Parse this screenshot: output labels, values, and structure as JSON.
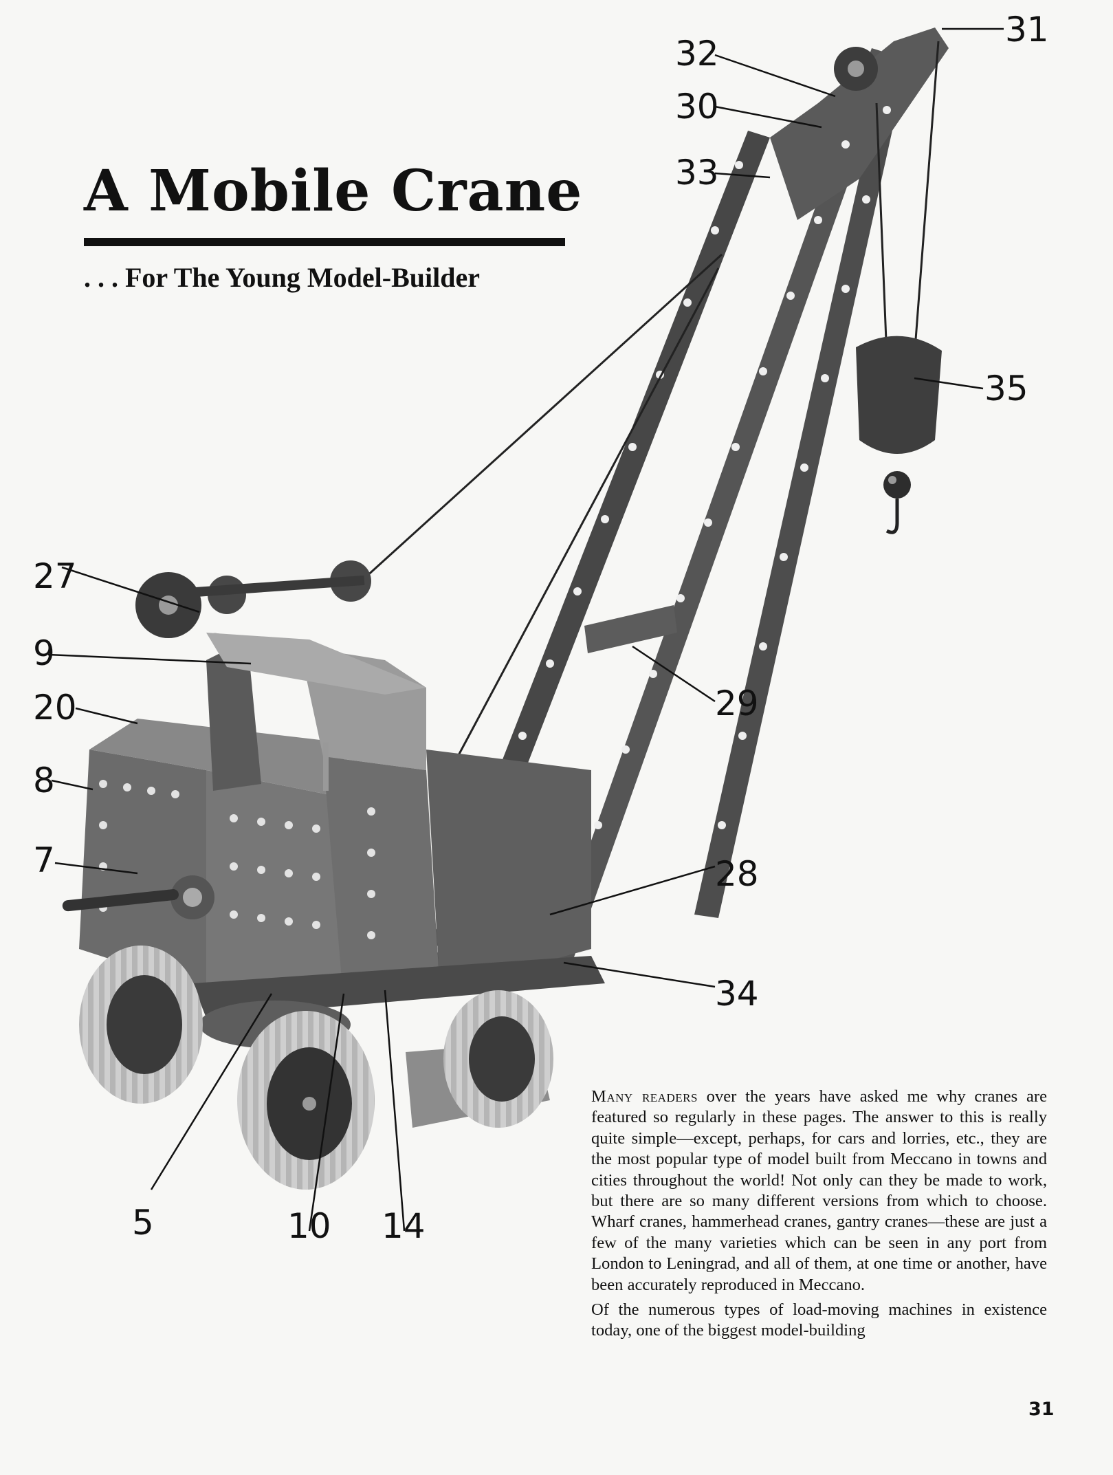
{
  "title": "A Mobile Crane",
  "subtitle": ". . . For The Young Model-Builder",
  "callouts": [
    "32",
    "31",
    "30",
    "33",
    "35",
    "27",
    "9",
    "20",
    "29",
    "8",
    "7",
    "28",
    "34",
    "5",
    "10",
    "14"
  ],
  "body": {
    "para1_lead": "Many readers",
    "para1_rest": " over the years have asked me why cranes are featured so regularly in these pages. The answer to this is really quite simple—except, perhaps, for cars and lorries, etc., they are the most popular type of model built from Meccano in towns and cities throughout the world! Not only can they be made to work, but there are so many different versions from which to choose. Wharf cranes, hammerhead cranes, gantry cranes—these are just a few of the many varieties which can be seen in any port from London to Leningrad, and all of them, at one time or another, have been accurately reproduced in Meccano.",
    "para2": "Of the numerous types of load-moving machines in existence today, one of the biggest model-building"
  },
  "page_number": "31",
  "colors": {
    "ink": "#111111",
    "paper": "#f7f7f5",
    "metal_dark": "#4a4a4a",
    "metal_mid": "#8a8a8a",
    "tyre": "#c9c9c9"
  }
}
